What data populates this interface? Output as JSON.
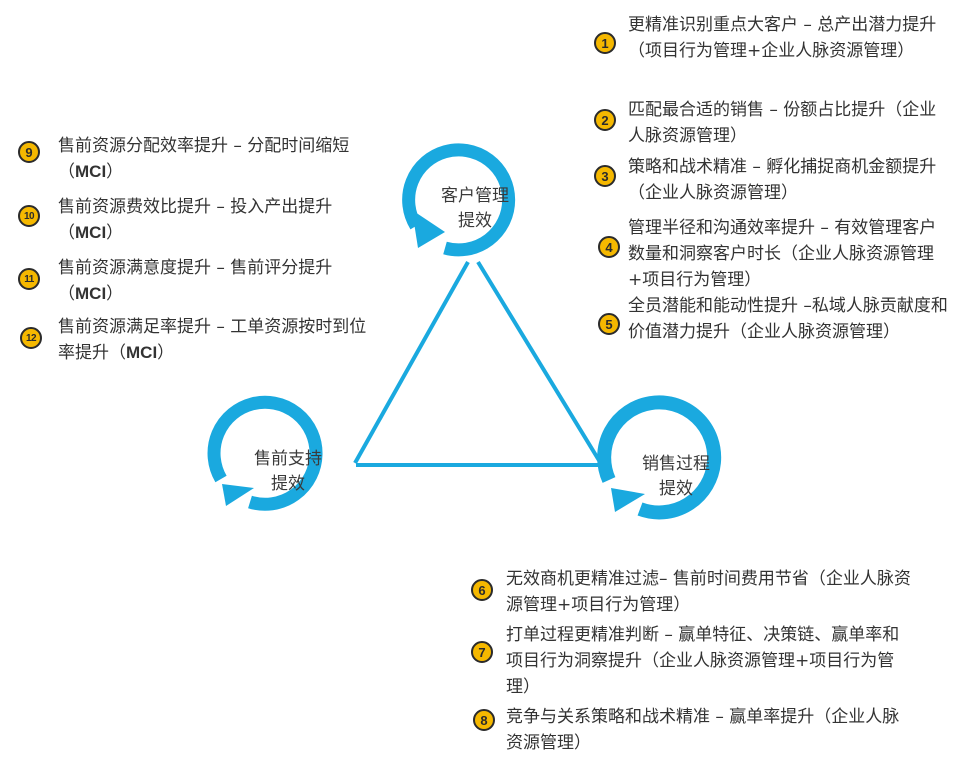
{
  "diagram": {
    "accent_color": "#1aa9df",
    "badge_color": "#f5b800",
    "nodes": [
      {
        "id": "customer",
        "label_line1": "客户管理",
        "label_line2": "提效"
      },
      {
        "id": "presales",
        "label_line1": "售前支持",
        "label_line2": "提效"
      },
      {
        "id": "sales",
        "label_line1": "销售过程",
        "label_line2": "提效"
      }
    ],
    "customer_items": [
      {
        "num": "1",
        "text": "更精准识别重点大客户 – 总产出潜力提升（项目行为管理+企业人脉资源管理）"
      },
      {
        "num": "2",
        "text": "匹配最合适的销售 – 份额占比提升（企业人脉资源管理）"
      },
      {
        "num": "3",
        "text": "策略和战术精准 – 孵化捕捉商机金额提升（企业人脉资源管理）"
      },
      {
        "num": "4",
        "text": "管理半径和沟通效率提升 – 有效管理客户数量和洞察客户时长（企业人脉资源管理+项目行为管理）"
      },
      {
        "num": "5",
        "text": "全员潜能和能动性提升 –私域人脉贡献度和价值潜力提升（企业人脉资源管理）"
      }
    ],
    "sales_items": [
      {
        "num": "6",
        "text": "无效商机更精准过滤– 售前时间费用节省（企业人脉资源管理+项目行为管理）"
      },
      {
        "num": "7",
        "text": "打单过程更精准判断 – 赢单特征、决策链、赢单率和项目行为洞察提升（企业人脉资源管理+项目行为管理）"
      },
      {
        "num": "8",
        "text": "竞争与关系策略和战术精准 – 赢单率提升（企业人脉资源管理）"
      }
    ],
    "presales_items": [
      {
        "num": "9",
        "text_main": "售前资源分配效率提升 – 分配时间缩短（",
        "text_bold": "MCI",
        "text_end": "）"
      },
      {
        "num": "10",
        "text_main": "售前资源费效比提升 – 投入产出提升（",
        "text_bold": "MCI",
        "text_end": "）"
      },
      {
        "num": "11",
        "text_main": "售前资源满意度提升 – 售前评分提升（",
        "text_bold": "MCI",
        "text_end": "）"
      },
      {
        "num": "12",
        "text_main": "售前资源满足率提升 – 工单资源按时到位率提升（",
        "text_bold": "MCI",
        "text_end": "）"
      }
    ]
  }
}
